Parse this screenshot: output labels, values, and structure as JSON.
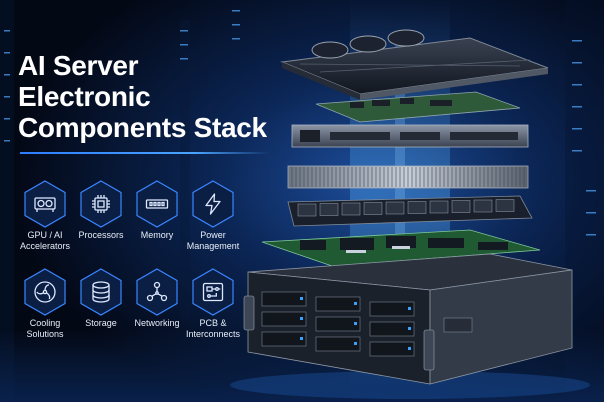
{
  "title_lines": [
    "AI Server",
    "Electronic",
    "Components Stack"
  ],
  "components": [
    {
      "label_lines": [
        "GPU / AI",
        "Accelerators"
      ],
      "icon": "gpu-card-icon"
    },
    {
      "label_lines": [
        "Processors"
      ],
      "icon": "cpu-chip-icon"
    },
    {
      "label_lines": [
        "Memory"
      ],
      "icon": "memory-module-icon"
    },
    {
      "label_lines": [
        "Power",
        "Management"
      ],
      "icon": "lightning-bolt-icon"
    },
    {
      "label_lines": [
        "Cooling",
        "Solutions"
      ],
      "icon": "fan-icon"
    },
    {
      "label_lines": [
        "Storage"
      ],
      "icon": "database-icon"
    },
    {
      "label_lines": [
        "Networking"
      ],
      "icon": "network-nodes-icon"
    },
    {
      "label_lines": [
        "PCB &",
        "Interconnects"
      ],
      "icon": "circuit-board-icon"
    }
  ],
  "colors": {
    "accent": "#2e7dff",
    "glow": "#3aa0ff",
    "text": "#ffffff",
    "background": "#040a18"
  }
}
